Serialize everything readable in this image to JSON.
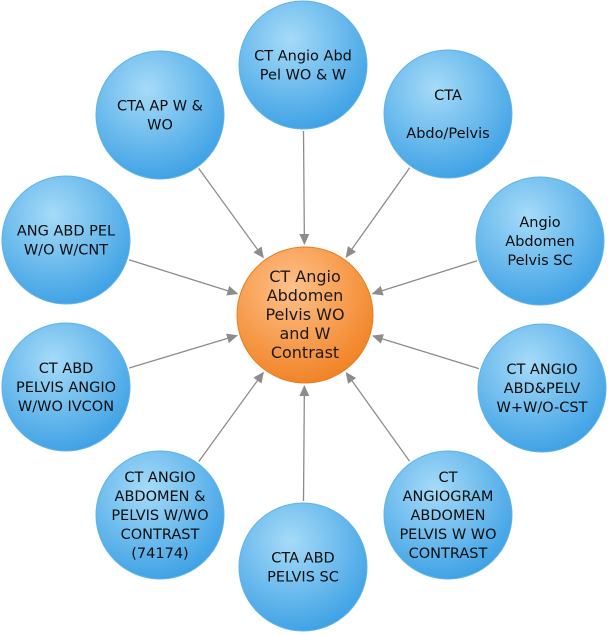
{
  "center": {
    "lines": [
      "CT Angio",
      "Abdomen",
      "Pelvis WO",
      "and W",
      "Contrast"
    ]
  },
  "nodes": [
    {
      "id": "top",
      "lines": [
        "CT Angio Abd",
        "Pel WO & W"
      ]
    },
    {
      "id": "top-right",
      "lines": [
        "CTA",
        "",
        "Abdo/Pelvis"
      ]
    },
    {
      "id": "right-upper",
      "lines": [
        "Angio",
        "Abdomen",
        "Pelvis SC"
      ]
    },
    {
      "id": "right-lower",
      "lines": [
        "CT ANGIO",
        "ABD&PELV",
        "W+W/O-CST"
      ]
    },
    {
      "id": "bottom-right",
      "lines": [
        "CT",
        "ANGIOGRAM",
        "ABDOMEN",
        "PELVIS W WO",
        "CONTRAST"
      ]
    },
    {
      "id": "bottom",
      "lines": [
        "CTA ABD",
        "PELVIS SC"
      ]
    },
    {
      "id": "bottom-left",
      "lines": [
        "CT ANGIO",
        "ABDOMEN &",
        "PELVIS W/WO",
        "CONTRAST",
        "(74174)"
      ]
    },
    {
      "id": "left-lower",
      "lines": [
        "CT ABD",
        "PELVIS ANGIO",
        "W/WO IVCON"
      ]
    },
    {
      "id": "left-upper",
      "lines": [
        "ANG ABD PEL",
        "W/O   W/CNT"
      ]
    },
    {
      "id": "top-left",
      "lines": [
        "CTA AP W &",
        "WO"
      ]
    }
  ],
  "colors": {
    "outer_node_light": "#a6dbf8",
    "outer_node_dark": "#3a9fe4",
    "center_node_light": "#ffc08a",
    "center_node_dark": "#f08020",
    "arrow": "#8c8c8c"
  }
}
